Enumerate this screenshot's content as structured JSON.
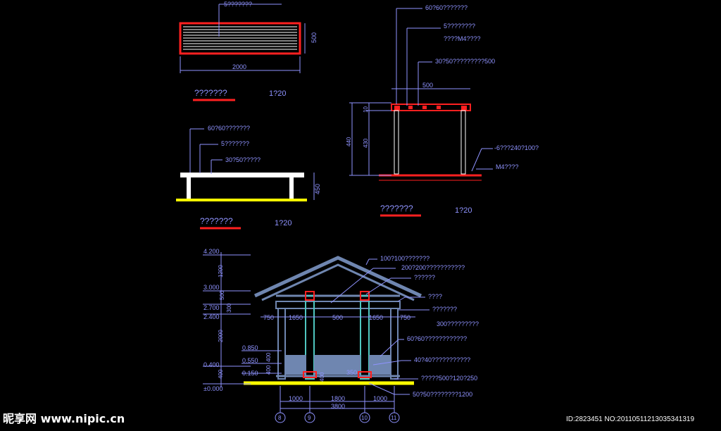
{
  "plan": {
    "top_note": "5???????",
    "dim_h": "500",
    "dim_w": "2000",
    "title": "???????",
    "scale": "1?20"
  },
  "side": {
    "note1": "60?60???????",
    "note2": "5???????",
    "note3": "30?50?????",
    "dim_h": "450",
    "title": "???????",
    "scale": "1?20"
  },
  "section": {
    "note1": "60?60???????",
    "note2": "5????????",
    "note3": "????M4????",
    "note4": "30?50?????????500",
    "dim_top": "500",
    "dim_10": "10",
    "dim_440": "440",
    "dim_430": "430",
    "note5": "-6???240?100?",
    "note6": "M4????",
    "title": "???????",
    "scale": "1?20"
  },
  "elevation": {
    "levels": [
      "4.200",
      "3.000",
      "2.700",
      "2.400",
      "0.400",
      "±0.000"
    ],
    "vdims": [
      "1200",
      "500",
      "300",
      "2000",
      "400"
    ],
    "inner_levels": [
      "0.850",
      "0.550",
      "0.150"
    ],
    "inner_vdims": [
      "400",
      "400"
    ],
    "hdims": [
      "750",
      "1650",
      "500",
      "1650",
      "750"
    ],
    "notes": [
      "100?100???????",
      "200?200???????????",
      "??????",
      "????",
      "???????",
      "300?????????",
      "60?60????????????",
      "40?40???????????",
      "?????500?120?250",
      "50?50????????1200"
    ],
    "mark_350": "350",
    "mark_400": "400",
    "bot_dims": [
      "1000",
      "1800",
      "1000"
    ],
    "total": "3800",
    "grids": [
      "8",
      "9",
      "10",
      "11"
    ]
  },
  "watermark": {
    "site": "昵享网 www.nipic.cn",
    "id": "ID:2823451 NO:20110511213035341319"
  },
  "colors": {
    "line": "#8f93ff",
    "red": "#ff2020",
    "yellow": "#ffff00",
    "steel": "#6f86b0",
    "cyan": "#4fc7c0"
  }
}
